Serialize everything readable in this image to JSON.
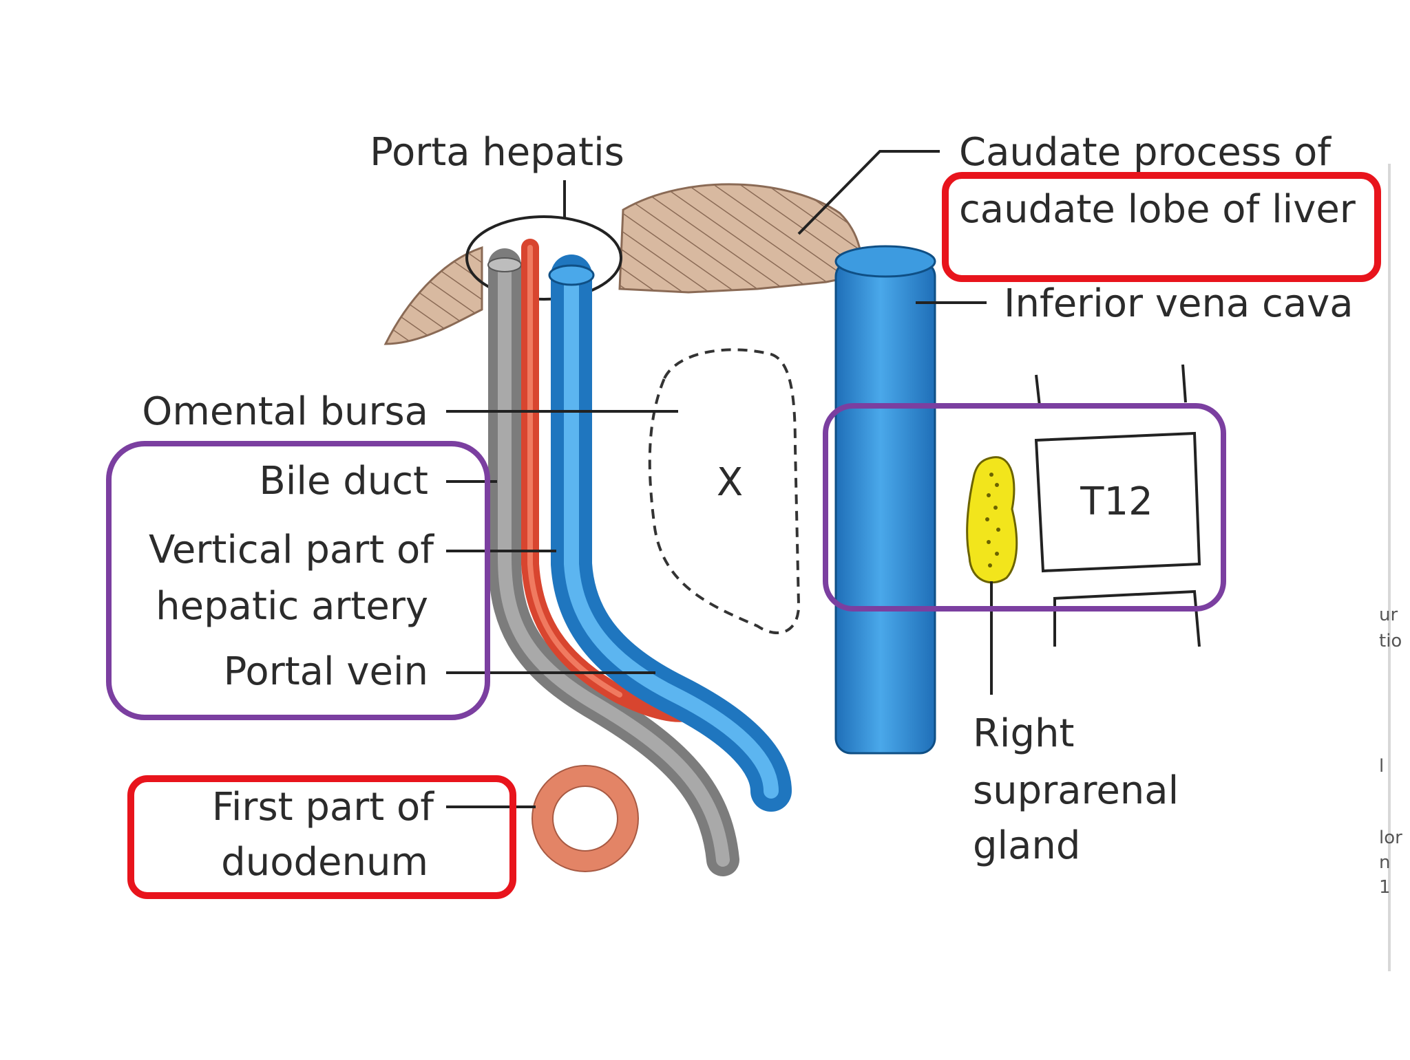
{
  "diagram": {
    "labels": {
      "porta_hepatis": "Porta hepatis",
      "caudate_line1": "Caudate process of",
      "caudate_line2": "caudate lobe of liver",
      "ivc": "Inferior vena cava",
      "omental_bursa": "Omental bursa",
      "bile_duct": "Bile duct",
      "hepatic_artery_line1": "Vertical part of",
      "hepatic_artery_line2": "hepatic artery",
      "portal_vein": "Portal vein",
      "duodenum_line1": "First part of",
      "duodenum_line2": "duodenum",
      "foramen_mark": "X",
      "vertebra": "T12",
      "suprarenal_line1": "Right",
      "suprarenal_line2": "suprarenal",
      "suprarenal_line3": "gland"
    },
    "edge_fragments": [
      "ur",
      "tio",
      "l",
      "lor",
      "n",
      "1"
    ],
    "highlight_colors": {
      "red_box": "#e8141c",
      "purple_box": "#7b3fa0"
    },
    "structure_colors": {
      "liver": "#c9a58a",
      "bile_duct": "#8e8e8e",
      "hepatic_artery": "#e0533a",
      "portal_vein": "#2f8fd6",
      "ivc": "#2f8fd6",
      "duodenum": "#e8866a",
      "suprarenal": "#f2e51c"
    }
  }
}
